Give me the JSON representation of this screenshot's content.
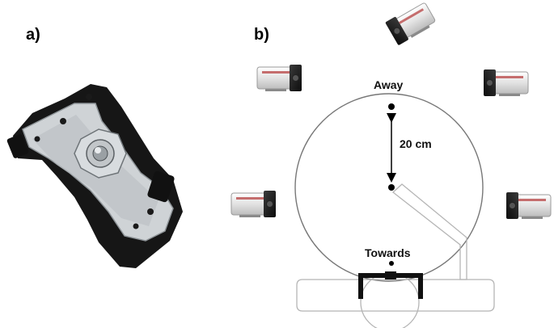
{
  "panels": {
    "a_label": "a)",
    "b_label": "b)"
  },
  "diagram": {
    "away_label": "Away",
    "towards_label": "Towards",
    "distance_label": "20 cm",
    "camera_count": 5,
    "camera_icon": "video-camera-icon",
    "device_icon": "hand-mounted-marker-device-icon"
  }
}
